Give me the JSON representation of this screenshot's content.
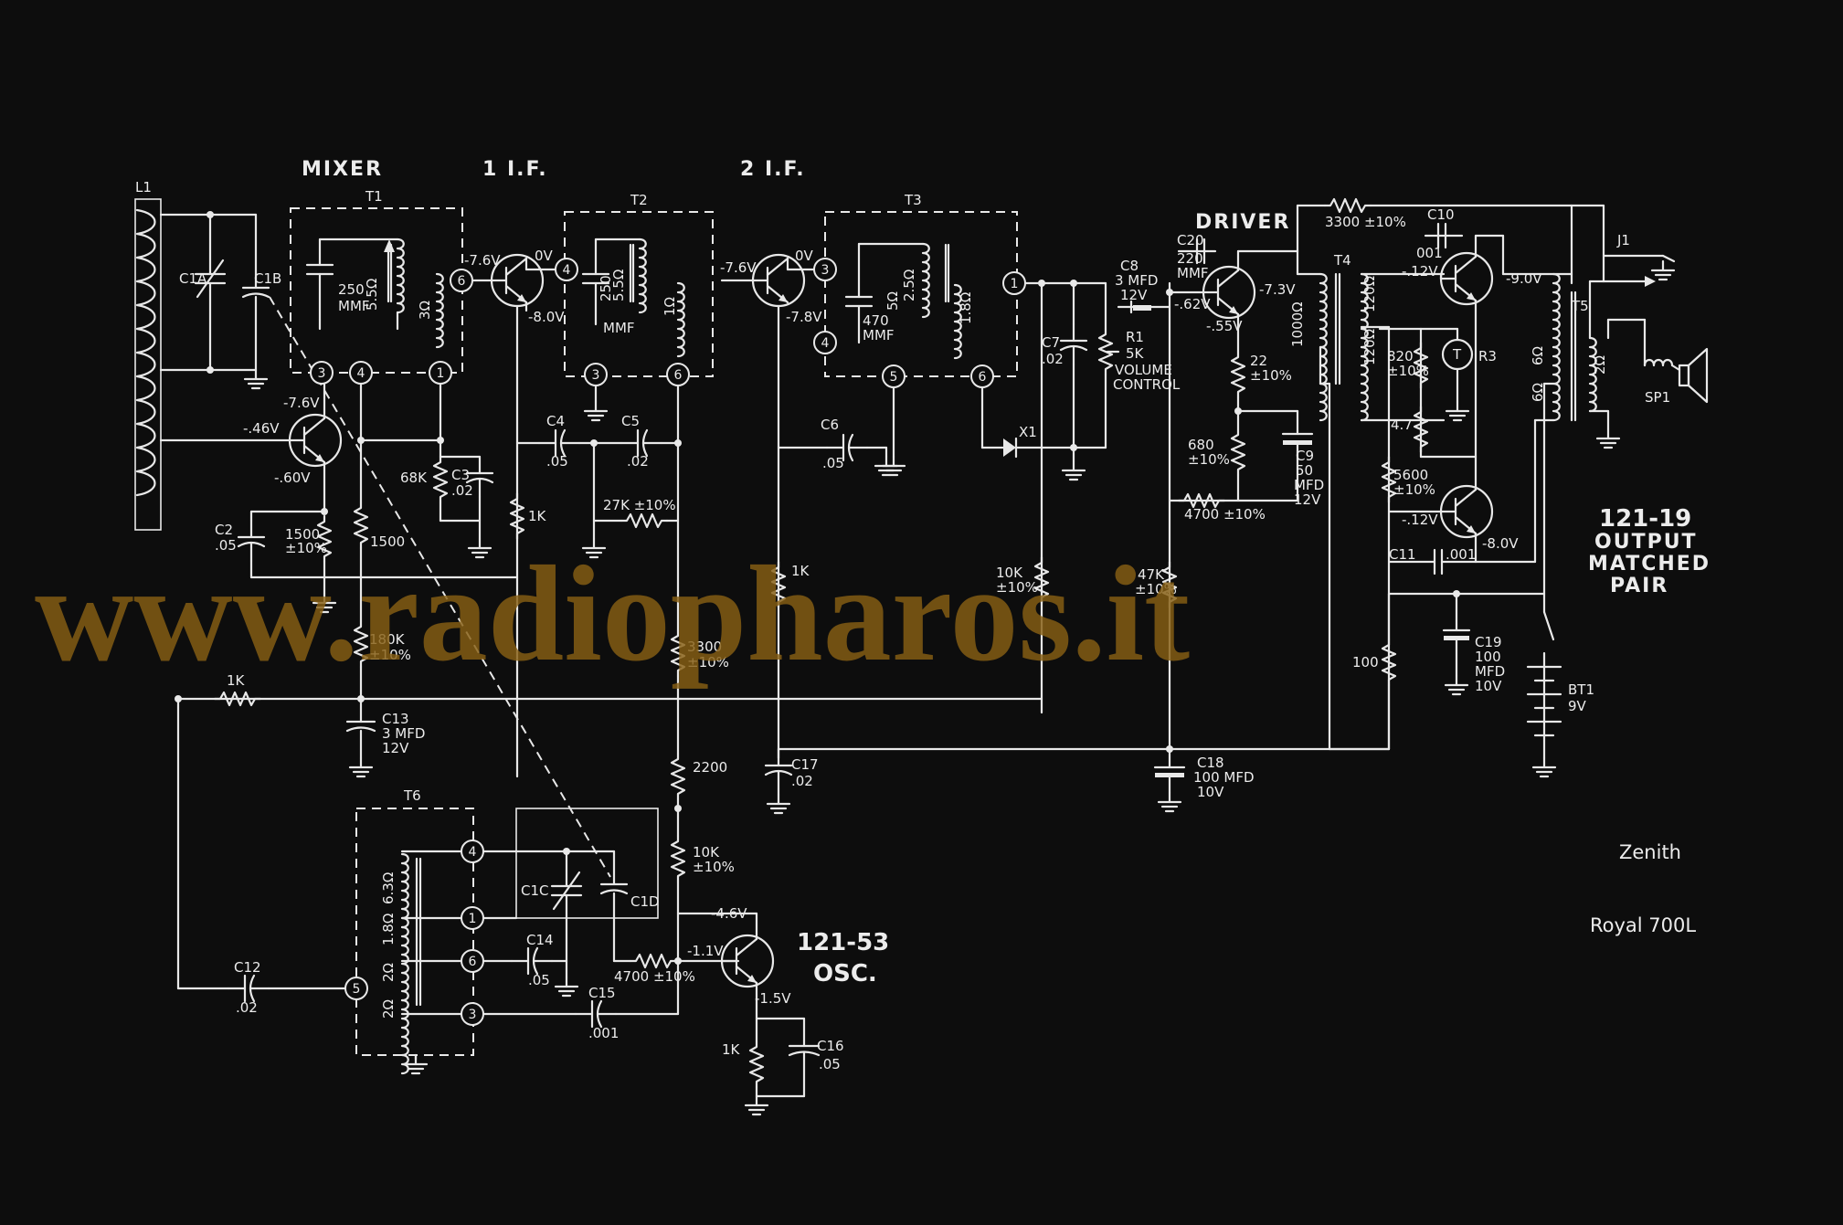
{
  "stages": {
    "mixer": "MIXER",
    "if1": "1  I.F.",
    "if2": "2  I.F.",
    "driver": "DRIVER",
    "osc_part": "121-53",
    "osc": "OSC."
  },
  "output": {
    "part": "121-19",
    "line1": "OUTPUT",
    "line2": "MATCHED",
    "line3": "PAIR"
  },
  "brand": {
    "maker": "Zenith",
    "model": "Royal 700L"
  },
  "watermark": "www.radiopharos.it",
  "components": {
    "L1": "L1",
    "T1": "T1",
    "T2": "T2",
    "T3": "T3",
    "T4": "T4",
    "T5": "T5",
    "T6": "T6",
    "C1A": "C1A",
    "C1B": "C1B",
    "C1C": "C1C",
    "C1D": "C1D",
    "C2": "C2",
    "C2v": ".05",
    "C3": "C3",
    "C3v": ".02",
    "C4": "C4",
    "C4v": ".05",
    "C5": "C5",
    "C5v": ".02",
    "C6": "C6",
    "C6v": ".05",
    "C7": "C7",
    "C7v": ".02",
    "C8": "C8",
    "C8v1": "3 MFD",
    "C8v2": "12V",
    "C9": "C9",
    "C9v1": "50",
    "C9v2": "MFD",
    "C9v3": "12V",
    "C10": "C10",
    "C10v": "001",
    "C11": "C11",
    "C11v": ".001",
    "C12": "C12",
    "C12v": ".02",
    "C13": "C13",
    "C13v1": "3 MFD",
    "C13v2": "12V",
    "C14": "C14",
    "C14v": ".05",
    "C15": "C15",
    "C15v": ".001",
    "C16": "C16",
    "C16v": ".05",
    "C17": "C17",
    "C17v": ".02",
    "C18": "C18",
    "C18v1": "100 MFD",
    "C18v2": "10V",
    "C19": "C19",
    "C19v1": "100",
    "C19v2": "MFD",
    "C19v3": "10V",
    "C20": "C20",
    "C20v1": "220",
    "C20v2": "MMF",
    "R1": "R1",
    "R1v1": "5K",
    "R1v2": "VOLUME",
    "R1v3": "CONTROL",
    "R3": "R3",
    "X1": "X1",
    "J1": "J1",
    "SP1": "SP1",
    "BT1": "BT1",
    "BT1v": "9V",
    "r1500a": "1500",
    "r1500b": "±10%",
    "r1500c": "1500",
    "r180k": "180K",
    "r180kt": "±10%",
    "r68k": "68K",
    "r1k_a": "1K",
    "r1k_b": "1K",
    "r1k_c": "1K",
    "r1k_d": "1K",
    "r27k": "27K ±10%",
    "r3300": "3300",
    "r3300t": "±10%",
    "r2200": "2200",
    "r10k_a": "10K",
    "r10k_at": "±10%",
    "r10k_b": "10K",
    "r10k_bt": "±10%",
    "r4700a": "4700 ±10%",
    "r47k": "47K",
    "r47kt": "±10%",
    "r22": "22",
    "r22t": "±10%",
    "r680": "680",
    "r680t": "±10%",
    "r4700b": "4700 ±10%",
    "r3300b": "3300 ±10%",
    "r820": "820",
    "r820t": "±10%",
    "r47": "4.7",
    "r5600": "5600",
    "r5600t": "±10%",
    "r100": "100",
    "cap250a": "250",
    "capmmf": "MMF",
    "cap250b": "250",
    "capmmf2": "MMF",
    "cap470": "470",
    "capmmf3": "MMF"
  },
  "voltages": {
    "q1b": "-.46V",
    "q1c": "-7.6V",
    "q1e": "-.60V",
    "q2b": "-7.6V",
    "q2c": "0V",
    "q2e": "-8.0V",
    "q3b": "-7.6V",
    "q3c": "0V",
    "q3e": "-7.8V",
    "q4b": "-.62V",
    "q4c": "-7.3V",
    "q4e": "-.55V",
    "q5b": "-.12V",
    "q5c": "-9.0V",
    "q6b": "-.12V",
    "q6c": "-8.0V",
    "q7c": "-4.6V",
    "q7b": "-1.1V",
    "q7e": "-1.5V"
  },
  "coil_marks": {
    "t1": "5.5Ω",
    "t1b": "3Ω",
    "t2": "5.5Ω",
    "t2b": "1Ω",
    "t3": "5Ω",
    "t3b": "2.5Ω",
    "t3c": "1.8Ω",
    "t4p": "1000Ω",
    "t4s1": "120Ω",
    "t4s2": "120Ω",
    "t5": "6Ω",
    "t5b": "6Ω",
    "t5c": "2Ω",
    "t6a": "6.3Ω",
    "t6b": "1.8Ω",
    "t6c": "2Ω",
    "t6d": "2Ω"
  }
}
